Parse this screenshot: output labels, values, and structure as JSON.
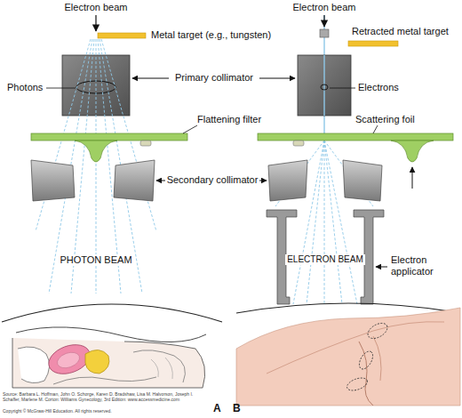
{
  "diagram": {
    "labels": [
      "Electron beam",
      "Electron beam",
      "Metal target (e.g., tungsten)",
      "Retracted metal target",
      "Photons",
      "Electrons",
      "Primary collimator",
      "Flattening filter",
      "Scattering foil",
      "Secondary collimator",
      "PHOTON BEAM",
      "ELECTRON BEAM",
      "Electron applicator",
      "A",
      "B",
      "Source: Barbara L. Hoffman, John O. Schorge, Karen D. Bradshaw, Lisa M. Halvorson, Joseph I. Schaffer, Marlene M. Corton: Williams Gynecology, 3rd Edition: www.accessmedicine.com",
      "Copyright © McGraw-Hill Education. All rights reserved."
    ]
  }
}
